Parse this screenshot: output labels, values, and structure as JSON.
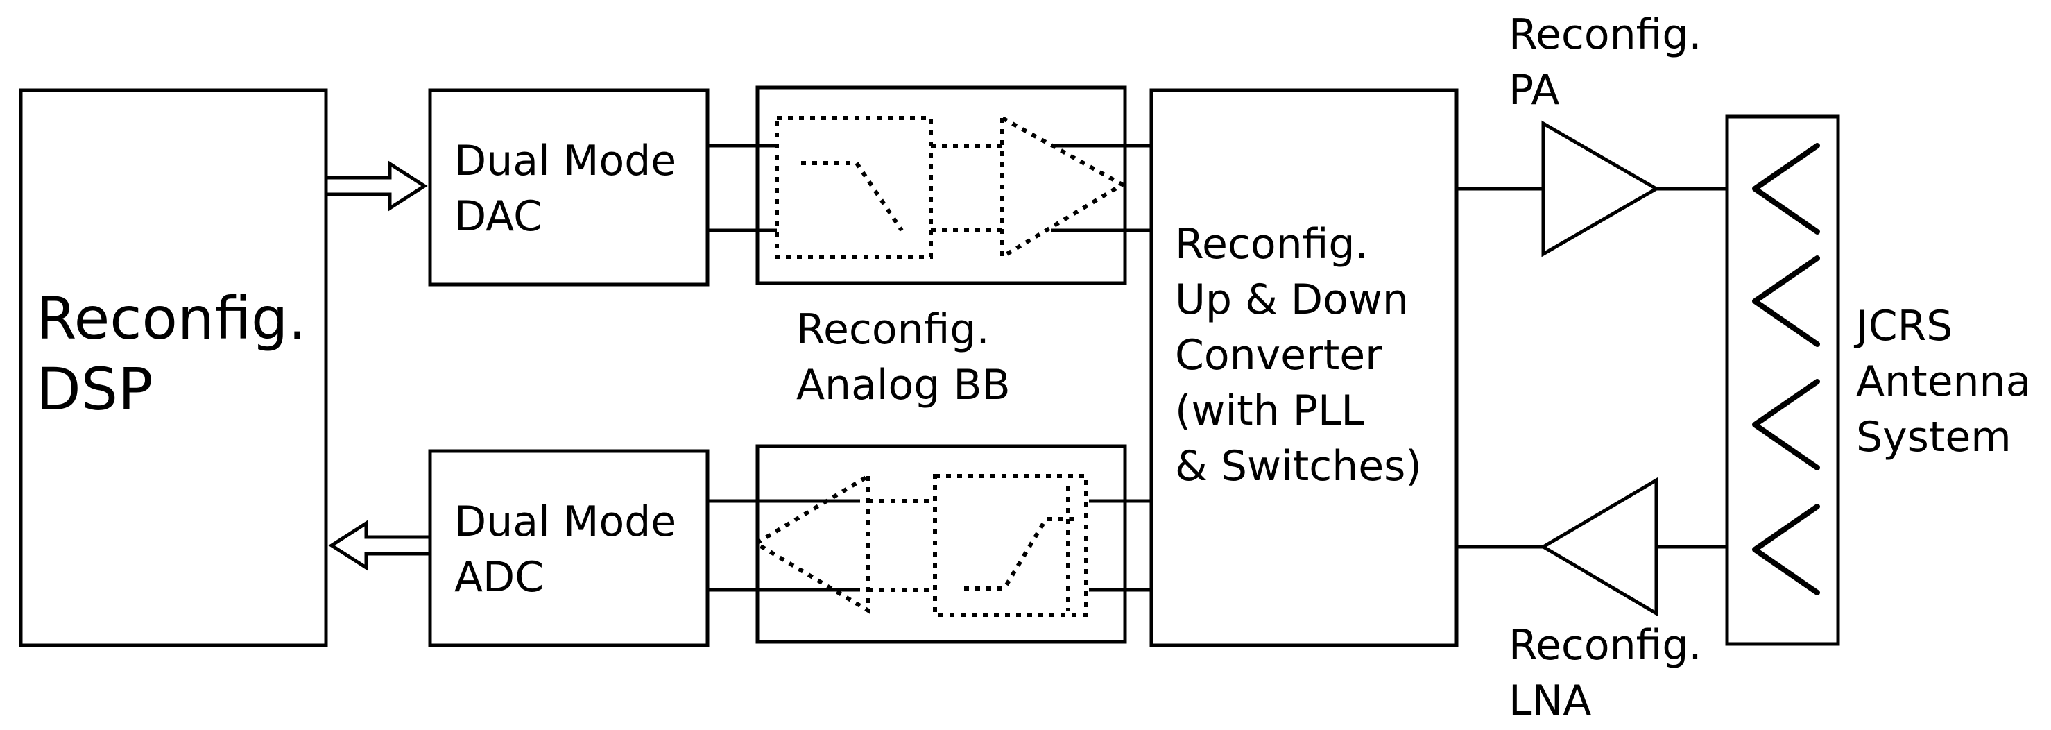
{
  "blocks": {
    "dsp": {
      "lines": [
        "Reconfig.",
        "DSP"
      ]
    },
    "dac": {
      "lines": [
        "Dual Mode",
        "DAC"
      ]
    },
    "adc": {
      "lines": [
        "Dual Mode",
        "ADC"
      ]
    },
    "analog_bb": {
      "lines": [
        "Reconfig.",
        "Analog BB"
      ]
    },
    "converter": {
      "lines": [
        "Reconfig.",
        "Up & Down",
        "Converter",
        "(with PLL",
        "& Switches)"
      ]
    },
    "pa": {
      "lines": [
        "Reconfig.",
        "PA"
      ]
    },
    "lna": {
      "lines": [
        "Reconfig.",
        "LNA"
      ]
    },
    "antenna": {
      "lines": [
        "JCRS",
        "Antenna",
        "System"
      ]
    }
  }
}
